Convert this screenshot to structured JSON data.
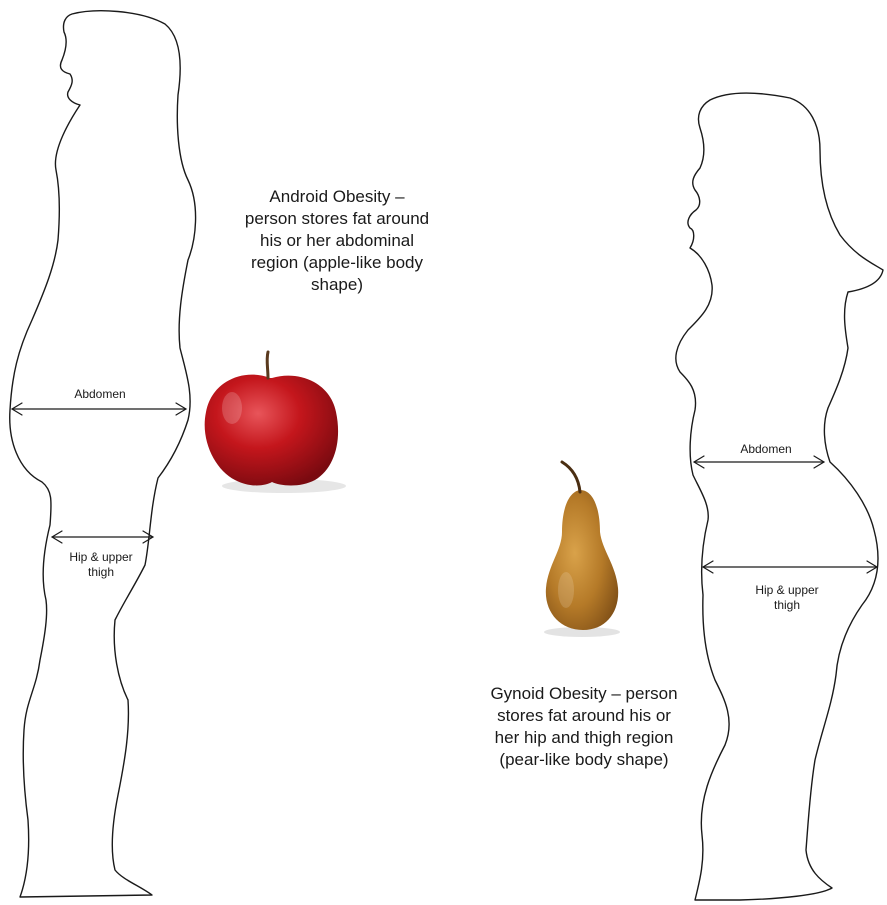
{
  "android": {
    "description": [
      "Android Obesity –",
      "person stores fat around",
      "his or her abdominal",
      "region (apple-like body",
      "shape)"
    ],
    "abdomen_label": "Abdomen",
    "hip_label": [
      "Hip & upper",
      "thigh"
    ],
    "fruit": "apple-icon"
  },
  "gynoid": {
    "description": [
      "Gynoid Obesity – person",
      "stores fat around his or",
      "her hip and thigh region",
      "(pear-like body shape)"
    ],
    "abdomen_label": "Abdomen",
    "hip_label": [
      "Hip & upper",
      "thigh"
    ],
    "fruit": "pear-icon"
  },
  "colors": {
    "apple": "#c4161c",
    "pear": "#b57a28",
    "outline": "#1a1a1a"
  }
}
